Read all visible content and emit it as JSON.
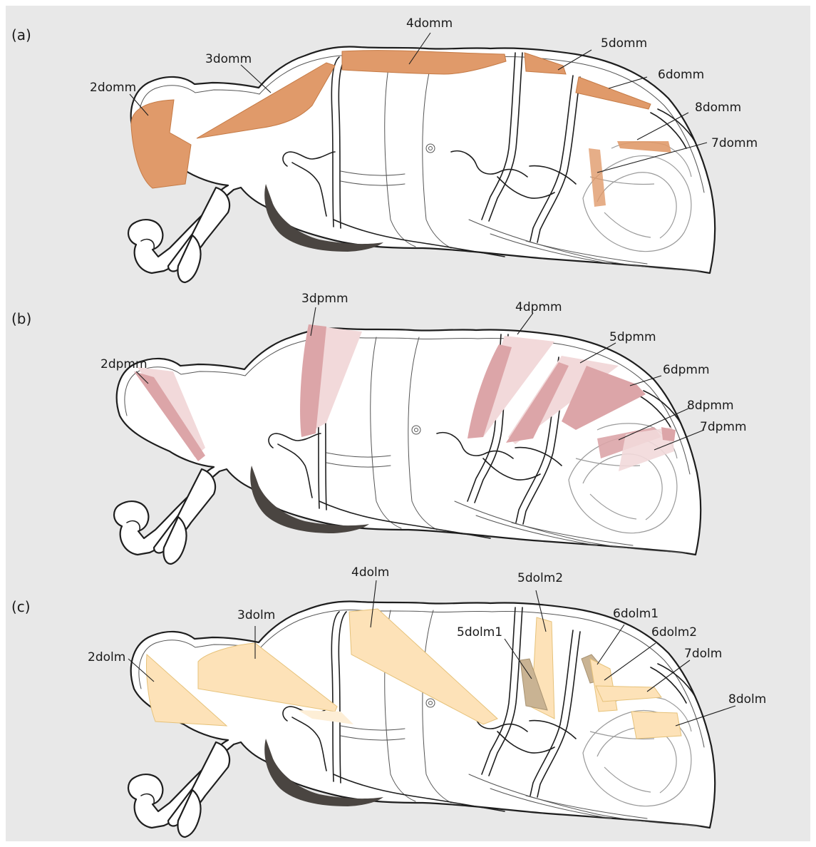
{
  "colors": {
    "background": "#e8e8e8",
    "dorsal_oblique": "#e09a6a",
    "dorsal_oblique_edge": "#c57a45",
    "dorsal_pleural": "#dca5a8",
    "dorsal_pleural_light": "#f2d9da",
    "dorsal_longitudinal": "#fde2b8",
    "dorsal_longitudinal_edge": "#e6c27a"
  },
  "panels": [
    {
      "label": "(a)",
      "muscles": [
        {
          "name": "2domm"
        },
        {
          "name": "3domm"
        },
        {
          "name": "4domm"
        },
        {
          "name": "5domm"
        },
        {
          "name": "6domm"
        },
        {
          "name": "8domm"
        },
        {
          "name": "7domm"
        }
      ]
    },
    {
      "label": "(b)",
      "muscles": [
        {
          "name": "2dpmm"
        },
        {
          "name": "3dpmm"
        },
        {
          "name": "4dpmm"
        },
        {
          "name": "5dpmm"
        },
        {
          "name": "6dpmm"
        },
        {
          "name": "8dpmm"
        },
        {
          "name": "7dpmm"
        }
      ]
    },
    {
      "label": "(c)",
      "muscles": [
        {
          "name": "2dolm"
        },
        {
          "name": "3dolm"
        },
        {
          "name": "4dolm"
        },
        {
          "name": "5dolm2"
        },
        {
          "name": "5dolm1"
        },
        {
          "name": "6dolm1"
        },
        {
          "name": "6dolm2"
        },
        {
          "name": "7dolm"
        },
        {
          "name": "8dolm"
        }
      ]
    }
  ]
}
